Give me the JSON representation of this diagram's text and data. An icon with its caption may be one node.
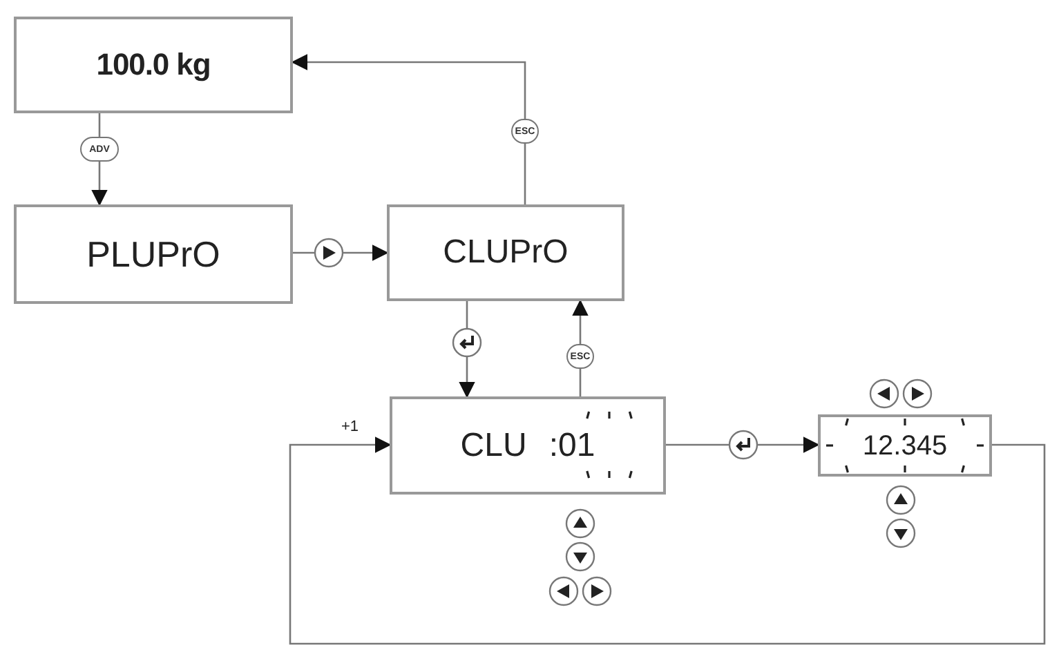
{
  "diagram": {
    "nodes": [
      {
        "text": [
          "100.0 kg"
        ]
      },
      {
        "text": [
          "PLUPrO"
        ]
      },
      {
        "text": [
          "CLUPrO"
        ]
      },
      {
        "text": [
          "CLU",
          ":01"
        ]
      },
      {
        "text": [
          "12.345"
        ]
      }
    ],
    "edges": [
      {
        "from": 0,
        "to": 1,
        "arrow": "to"
      },
      {
        "from": 1,
        "to": 2,
        "arrow": "to"
      },
      {
        "from": 2,
        "to": 0,
        "arrow": "to"
      },
      {
        "from": 2,
        "to": 3,
        "arrow": "to"
      },
      {
        "from": 3,
        "to": 2,
        "arrow": "to"
      },
      {
        "from": 3,
        "to": 4,
        "arrow": "to"
      },
      {
        "from": 4,
        "to": 3,
        "arrow": "to",
        "label": "+1"
      }
    ],
    "labels": [
      "ADV",
      "ESC",
      "ESC"
    ]
  }
}
